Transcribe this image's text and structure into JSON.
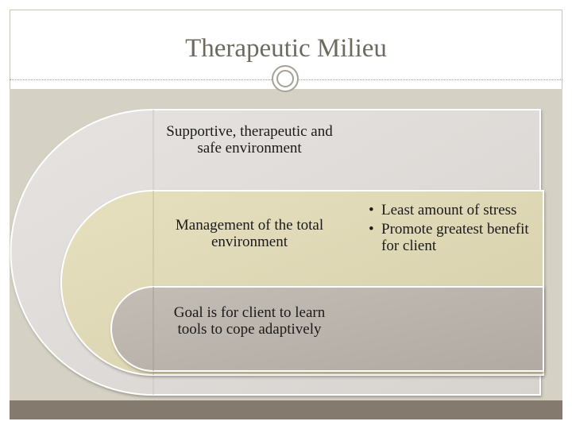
{
  "slide": {
    "title": "Therapeutic Milieu"
  },
  "diagram": {
    "levels": [
      {
        "text": "Supportive, therapeutic and safe environment",
        "bullets": []
      },
      {
        "text": "Management of the total environment",
        "bullets": [
          "Least amount of stress",
          "Promote greatest benefit for client"
        ]
      },
      {
        "text": "Goal is for client to learn tools to cope adaptively",
        "bullets": []
      }
    ]
  },
  "colors": {
    "background": "#d5d1c4",
    "level_1_fill": "#dedad7",
    "level_2_fill": "#dcd5b2",
    "level_3_fill": "#b8b1aa",
    "footer_bar": "#857a6e",
    "title_text": "#6f6a60"
  }
}
